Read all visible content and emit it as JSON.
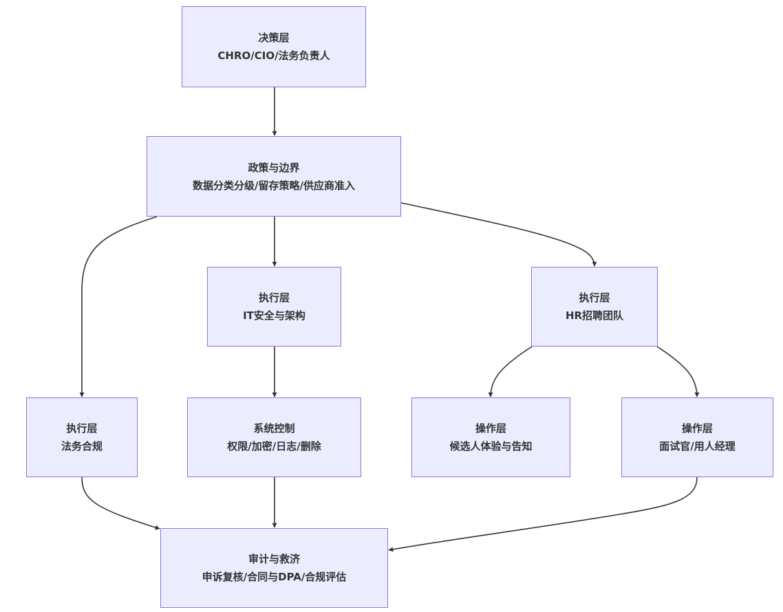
{
  "diagram": {
    "type": "flowchart",
    "direction": "top-down",
    "colors": {
      "node_fill": "#ececff",
      "node_border": "#9370db",
      "edge": "#333333",
      "text": "#333333"
    },
    "nodes": {
      "decision": {
        "title": "决策层",
        "subtitle": "CHRO/CIO/法务负责人"
      },
      "policy": {
        "title": "政策与边界",
        "subtitle": "数据分类分级/留存策略/供应商准入"
      },
      "it": {
        "title": "执行层",
        "subtitle": "IT安全与架构"
      },
      "hr": {
        "title": "执行层",
        "subtitle": "HR招聘团队"
      },
      "legal": {
        "title": "执行层",
        "subtitle": "法务合规"
      },
      "system": {
        "title": "系统控制",
        "subtitle": "权限/加密/日志/删除"
      },
      "candidate": {
        "title": "操作层",
        "subtitle": "候选人体验与告知"
      },
      "interviewer": {
        "title": "操作层",
        "subtitle": "面试官/用人经理"
      },
      "audit": {
        "title": "审计与救济",
        "subtitle": "申诉复核/合同与DPA/合规评估"
      }
    },
    "edges": [
      {
        "from": "decision",
        "to": "policy"
      },
      {
        "from": "policy",
        "to": "legal"
      },
      {
        "from": "policy",
        "to": "it"
      },
      {
        "from": "policy",
        "to": "hr"
      },
      {
        "from": "it",
        "to": "system"
      },
      {
        "from": "hr",
        "to": "candidate"
      },
      {
        "from": "hr",
        "to": "interviewer"
      },
      {
        "from": "legal",
        "to": "audit"
      },
      {
        "from": "system",
        "to": "audit"
      },
      {
        "from": "interviewer",
        "to": "audit"
      }
    ]
  }
}
